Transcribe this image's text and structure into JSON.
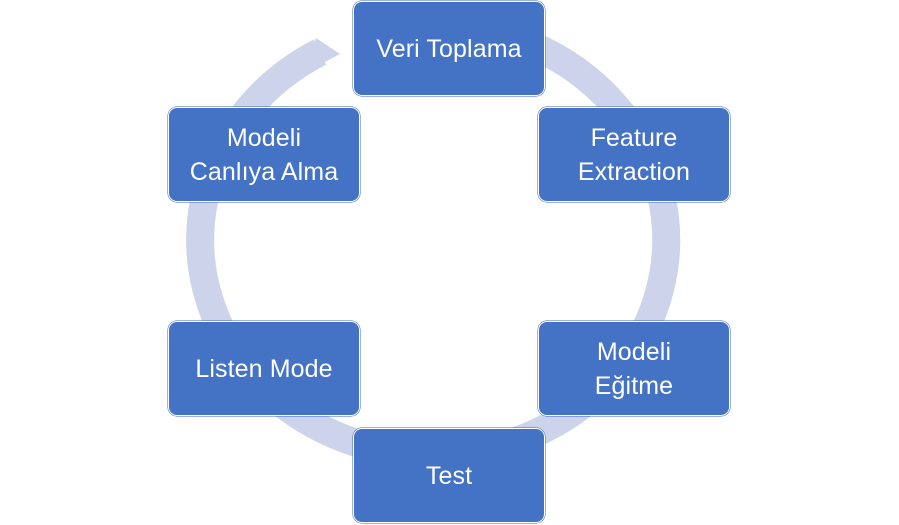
{
  "diagram": {
    "type": "cycle",
    "colors": {
      "node_fill": "#4472c4",
      "node_border": "#ffffff",
      "node_text": "#ffffff",
      "ring": "#cdd3ea"
    },
    "steps": [
      {
        "label": "Veri Toplama"
      },
      {
        "label": "Feature\nExtraction"
      },
      {
        "label": "Modeli\nEğitme"
      },
      {
        "label": "Test"
      },
      {
        "label": "Listen Mode"
      },
      {
        "label": "Modeli\nCanlıya Alma"
      }
    ]
  }
}
